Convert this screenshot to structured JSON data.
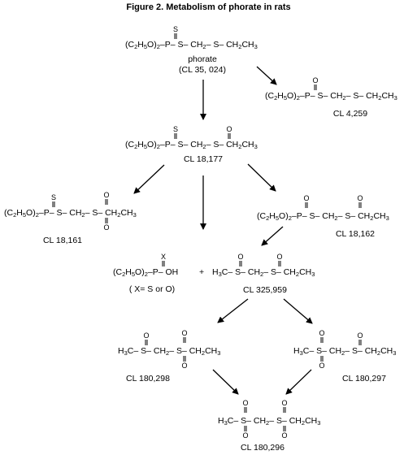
{
  "title": "Figure 2.  Metabolism of phorate in rats",
  "plus": "+",
  "atoms": {
    "S": "S",
    "O": "O",
    "X": "X"
  },
  "compounds": {
    "phorate": {
      "formula_parts": [
        "(C",
        "2",
        "H",
        "5",
        "O)",
        "2",
        "–P– S– CH",
        "2",
        "– S– CH",
        "2",
        "CH",
        "3"
      ],
      "name": "phorate",
      "code": "(CL 35, 024)"
    },
    "cl4259": {
      "formula_parts": [
        "(C",
        "2",
        "H",
        "5",
        "O)",
        "2",
        "–P– S– CH",
        "2",
        "– S– CH",
        "2",
        "CH",
        "3"
      ],
      "code": "CL 4,259"
    },
    "cl18177": {
      "formula_parts": [
        "(C",
        "2",
        "H",
        "5",
        "O)",
        "2",
        "–P– S– CH",
        "2",
        "– S– CH",
        "2",
        "CH",
        "3"
      ],
      "code": "CL 18,177"
    },
    "cl18161": {
      "formula_parts": [
        "(C",
        "2",
        "H",
        "5",
        "O)",
        "2",
        "–P– S– CH",
        "2",
        "– S– CH",
        "2",
        "CH",
        "3"
      ],
      "code": "CL 18,161"
    },
    "cl18162": {
      "formula_parts": [
        "(C",
        "2",
        "H",
        "5",
        "O)",
        "2",
        "–P– S– CH",
        "2",
        "– S– CH",
        "2",
        "CH",
        "3"
      ],
      "code": "CL 18,162"
    },
    "acid": {
      "formula_parts": [
        "(C",
        "2",
        "H",
        "5",
        "O)",
        "2",
        "–P– OH"
      ],
      "note": "( X= S or O)"
    },
    "cl325959": {
      "formula_parts": [
        "H",
        "3",
        "C– S– CH",
        "2",
        "– S– CH",
        "2",
        "CH",
        "3"
      ],
      "code": "CL 325,959"
    },
    "cl180298": {
      "formula_parts": [
        "H",
        "3",
        "C– S– CH",
        "2",
        "– S– CH",
        "2",
        "CH",
        "3"
      ],
      "code": "CL 180,298"
    },
    "cl180297": {
      "formula_parts": [
        "H",
        "3",
        "C– S– CH",
        "2",
        "– S– CH",
        "2",
        "CH",
        "3"
      ],
      "code": "CL 180,297"
    },
    "cl180296": {
      "formula_parts": [
        "H",
        "3",
        "C– S– CH",
        "2",
        "– S– CH",
        "2",
        "CH",
        "3"
      ],
      "code": "CL 180,296"
    }
  }
}
